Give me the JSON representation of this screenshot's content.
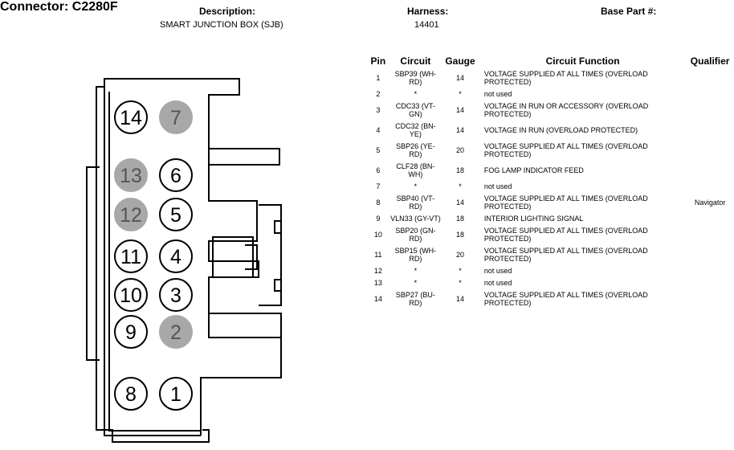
{
  "header": {
    "connector": "Connector: C2280F",
    "description_label": "Description:",
    "description": "SMART JUNCTION BOX (SJB)",
    "harness_label": "Harness:",
    "harness": "14401",
    "base_part_label": "Base Part #:"
  },
  "diagram": {
    "pins": [
      {
        "label": "14",
        "used": true
      },
      {
        "label": "7",
        "used": false
      },
      {
        "label": "13",
        "used": false
      },
      {
        "label": "6",
        "used": true
      },
      {
        "label": "12",
        "used": false
      },
      {
        "label": "5",
        "used": true
      },
      {
        "label": "11",
        "used": true
      },
      {
        "label": "4",
        "used": true
      },
      {
        "label": "10",
        "used": true
      },
      {
        "label": "3",
        "used": true
      },
      {
        "label": "9",
        "used": true
      },
      {
        "label": "2",
        "used": false
      },
      {
        "label": "8",
        "used": true
      },
      {
        "label": "1",
        "used": true
      }
    ],
    "colors": {
      "used_fill": "#ffffff",
      "unused_fill": "#a8a8a8",
      "unused_text": "#555555",
      "outline": "#000000"
    }
  },
  "table": {
    "headers": {
      "pin": "Pin",
      "circuit": "Circuit",
      "gauge": "Gauge",
      "function": "Circuit Function",
      "qualifier": "Qualifier"
    },
    "rows": [
      {
        "pin": "1",
        "circuit": "SBP39 (WH-RD)",
        "gauge": "14",
        "function": "VOLTAGE SUPPLIED AT ALL TIMES (OVERLOAD PROTECTED)",
        "qualifier": ""
      },
      {
        "pin": "2",
        "circuit": "*",
        "gauge": "*",
        "function": "not used",
        "qualifier": ""
      },
      {
        "pin": "3",
        "circuit": "CDC33 (VT-GN)",
        "gauge": "14",
        "function": "VOLTAGE IN RUN OR ACCESSORY (OVERLOAD PROTECTED)",
        "qualifier": ""
      },
      {
        "pin": "4",
        "circuit": "CDC32 (BN-YE)",
        "gauge": "14",
        "function": "VOLTAGE IN RUN (OVERLOAD PROTECTED)",
        "qualifier": ""
      },
      {
        "pin": "5",
        "circuit": "SBP26 (YE-RD)",
        "gauge": "20",
        "function": "VOLTAGE SUPPLIED AT ALL TIMES (OVERLOAD PROTECTED)",
        "qualifier": ""
      },
      {
        "pin": "6",
        "circuit": "CLF28 (BN-WH)",
        "gauge": "18",
        "function": "FOG LAMP INDICATOR FEED",
        "qualifier": ""
      },
      {
        "pin": "7",
        "circuit": "*",
        "gauge": "*",
        "function": "not used",
        "qualifier": ""
      },
      {
        "pin": "8",
        "circuit": "SBP40 (VT-RD)",
        "gauge": "14",
        "function": "VOLTAGE SUPPLIED AT ALL TIMES (OVERLOAD PROTECTED)",
        "qualifier": "Navigator"
      },
      {
        "pin": "9",
        "circuit": "VLN33 (GY-VT)",
        "gauge": "18",
        "function": "INTERIOR LIGHTING SIGNAL",
        "qualifier": ""
      },
      {
        "pin": "10",
        "circuit": "SBP20 (GN-RD)",
        "gauge": "18",
        "function": "VOLTAGE SUPPLIED AT ALL TIMES (OVERLOAD PROTECTED)",
        "qualifier": ""
      },
      {
        "pin": "11",
        "circuit": "SBP15 (WH-RD)",
        "gauge": "20",
        "function": "VOLTAGE SUPPLIED AT ALL TIMES (OVERLOAD PROTECTED)",
        "qualifier": ""
      },
      {
        "pin": "12",
        "circuit": "*",
        "gauge": "*",
        "function": "not used",
        "qualifier": ""
      },
      {
        "pin": "13",
        "circuit": "*",
        "gauge": "*",
        "function": "not used",
        "qualifier": ""
      },
      {
        "pin": "14",
        "circuit": "SBP27 (BU-RD)",
        "gauge": "14",
        "function": "VOLTAGE SUPPLIED AT ALL TIMES (OVERLOAD PROTECTED)",
        "qualifier": ""
      }
    ]
  }
}
